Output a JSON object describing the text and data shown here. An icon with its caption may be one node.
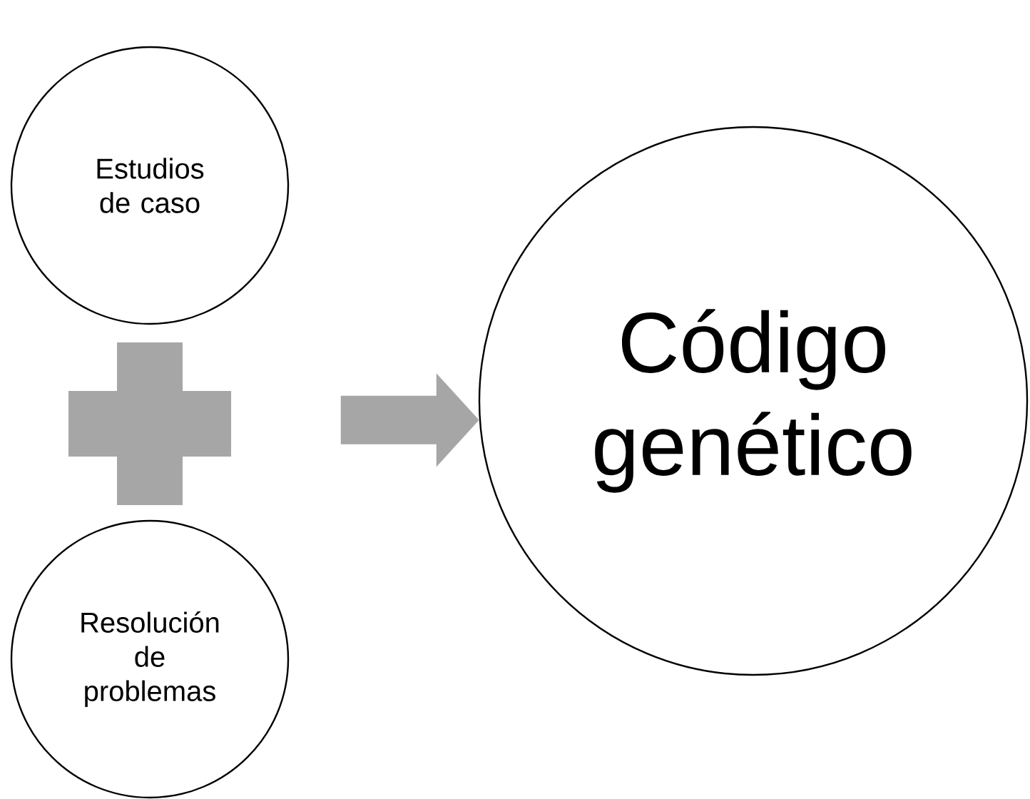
{
  "diagram": {
    "nodes": [
      {
        "text": [
          "Estudios de caso"
        ]
      },
      {
        "text": [
          "Resolución de problemas"
        ]
      },
      {
        "text": [
          "Código genético"
        ]
      },
      {
        "text": [],
        "shape": "cross"
      }
    ],
    "edges": [
      {
        "from": null,
        "to": 2,
        "arrow": "to",
        "color": "#a6a6a6"
      }
    ]
  }
}
